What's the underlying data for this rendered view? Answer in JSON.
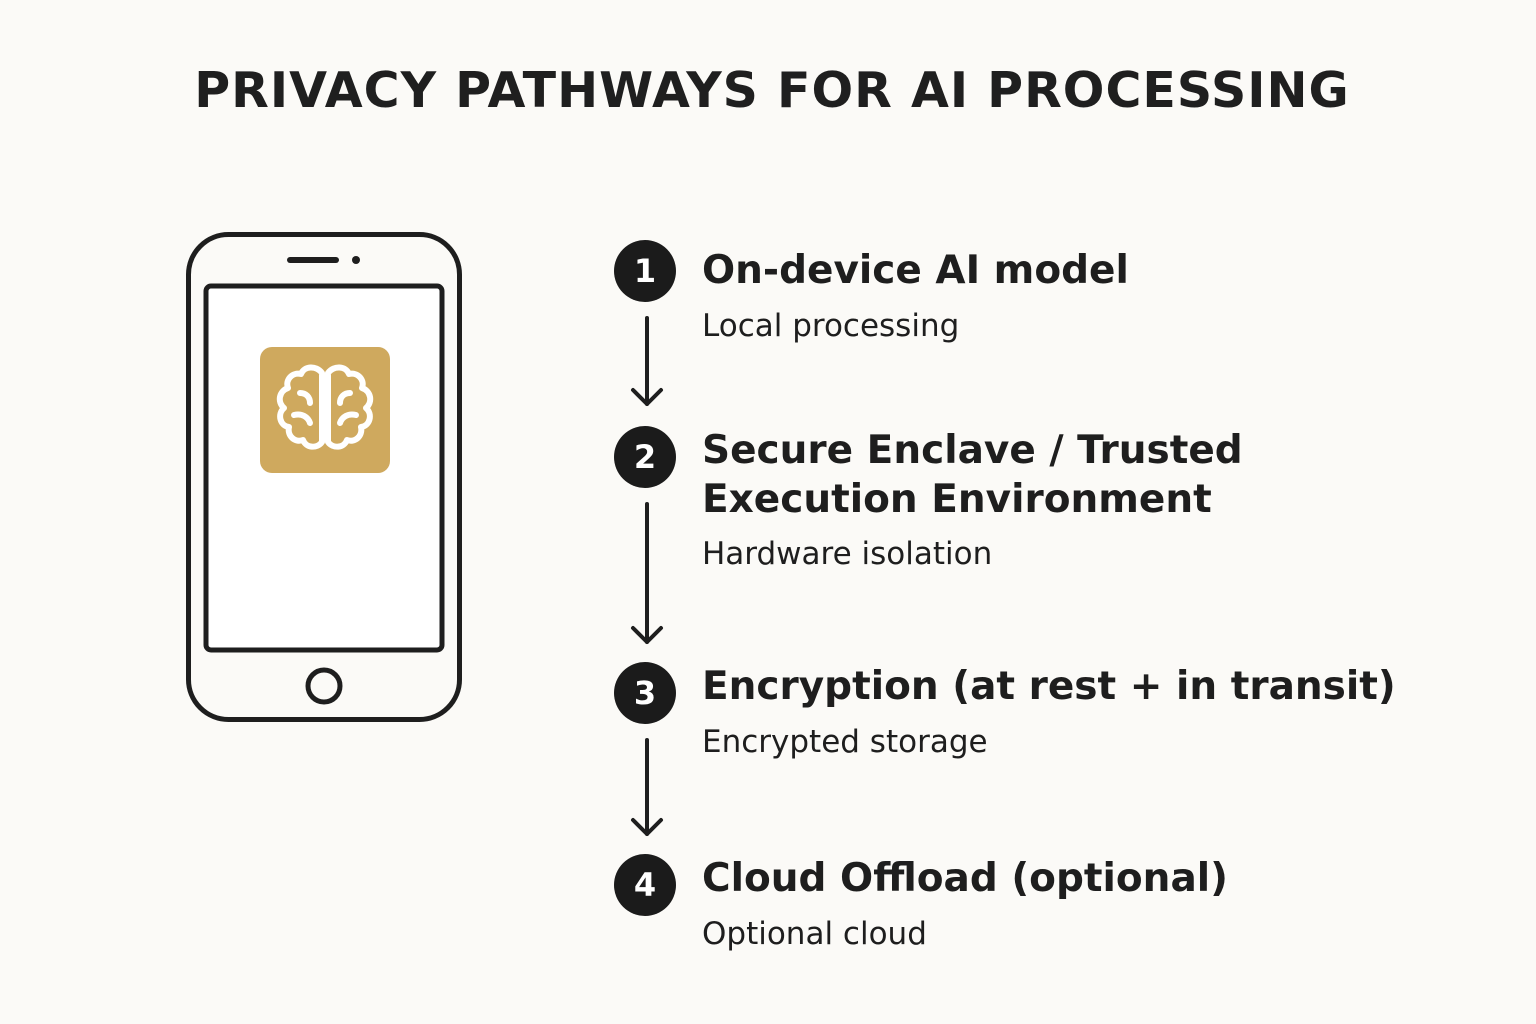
{
  "title": "PRIVACY PATHWAYS FOR AI PROCESSING",
  "icon": {
    "name": "brain-icon",
    "color": "#cfa95e"
  },
  "steps": [
    {
      "number": "1",
      "title": "On-device AI model",
      "subtitle": "Local processing"
    },
    {
      "number": "2",
      "title": "Secure Enclave / Trusted\nExecution Environment",
      "subtitle": "Hardware isolation"
    },
    {
      "number": "3",
      "title": "Encryption (at rest + in transit)",
      "subtitle": "Encrypted storage"
    },
    {
      "number": "4",
      "title": "Cloud Offload (optional)",
      "subtitle": "Optional cloud"
    }
  ]
}
